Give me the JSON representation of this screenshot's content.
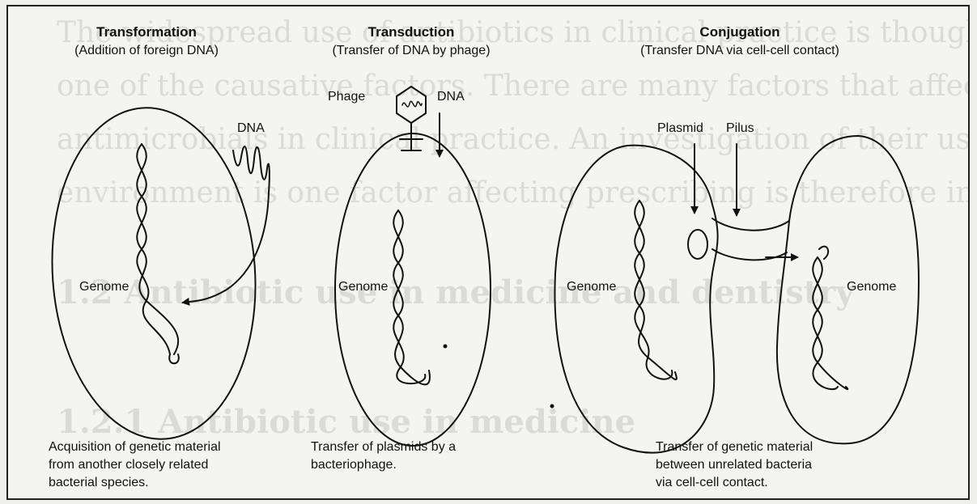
{
  "panels": {
    "transformation": {
      "title": "Transformation",
      "subtitle": "(Addition of foreign DNA)",
      "dna_label": "DNA",
      "genome_label": "Genome",
      "caption_lines": [
        "Acquisition of genetic material",
        "from another closely related",
        "bacterial species."
      ]
    },
    "transduction": {
      "title": "Transduction",
      "subtitle": "(Transfer of DNA by phage)",
      "phage_label": "Phage",
      "dna_label": "DNA",
      "genome_label": "Genome",
      "caption_lines": [
        "Transfer of plasmids by a",
        "bacteriophage."
      ]
    },
    "conjugation": {
      "title": "Conjugation",
      "subtitle": "(Transfer DNA via cell-cell contact)",
      "plasmid_label": "Plasmid",
      "pilus_label": "Pilus",
      "genome_left_label": "Genome",
      "genome_right_label": "Genome",
      "caption_lines": [
        "Transfer of genetic material",
        "between unrelated bacteria",
        "via cell-cell contact."
      ]
    }
  },
  "background_bleed": {
    "lines": [
      "The widespread use of antibiotics in clinical practice is thought to be",
      "one of the causative factors. There are many factors that affect the use of",
      "antimicrobials in clinical practice. An investigation of their use in this",
      "environment is one factor affecting prescribing is therefore important to"
    ],
    "heading1": "1.2 Antibiotic use in medicine and dentistry",
    "heading2": "1.2.1 Antibiotic use in medicine"
  }
}
